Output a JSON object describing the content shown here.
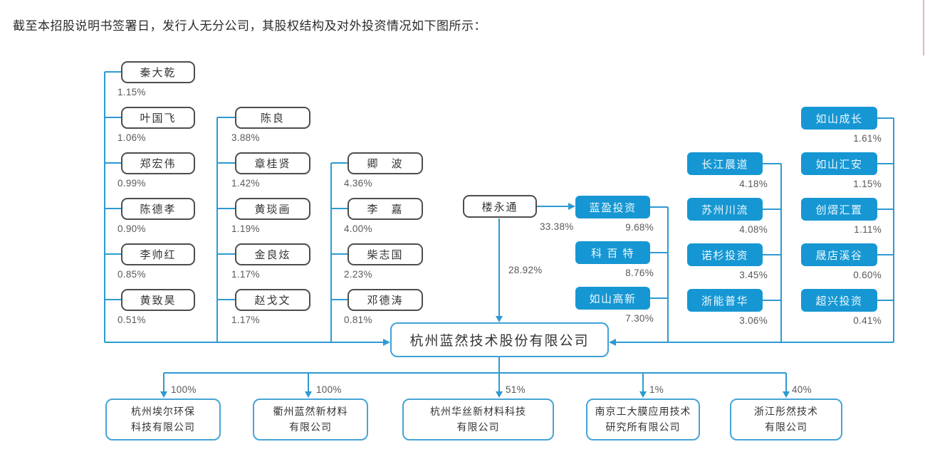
{
  "page": {
    "title_line": "截至本招股说明书签署日，发行人无分公司，其股权结构及对外投资情况如下图所示："
  },
  "company": {
    "name": "杭州蓝然技术股份有限公司"
  },
  "founder": {
    "name": "楼永通",
    "stake_in_lanying": "33.38%",
    "stake_in_company": "28.92%"
  },
  "individual_shareholders": {
    "col1": [
      {
        "name": "秦大乾",
        "pct": "1.15%"
      },
      {
        "name": "叶国飞",
        "pct": "1.06%"
      },
      {
        "name": "郑宏伟",
        "pct": "0.99%"
      },
      {
        "name": "陈德孝",
        "pct": "0.90%"
      },
      {
        "name": "李帅红",
        "pct": "0.85%"
      },
      {
        "name": "黄致昊",
        "pct": "0.51%"
      }
    ],
    "col2": [
      {
        "name": "陈良",
        "pct": "3.88%"
      },
      {
        "name": "章桂贤",
        "pct": "1.42%"
      },
      {
        "name": "黄琰画",
        "pct": "1.19%"
      },
      {
        "name": "金良炫",
        "pct": "1.17%"
      },
      {
        "name": "赵戈文",
        "pct": "1.17%"
      }
    ],
    "col3": [
      {
        "name": "卿　波",
        "pct": "4.36%"
      },
      {
        "name": "李　嘉",
        "pct": "4.00%"
      },
      {
        "name": "柴志国",
        "pct": "2.23%"
      },
      {
        "name": "邓德涛",
        "pct": "0.81%"
      }
    ]
  },
  "institutional_shareholders": {
    "col1": [
      {
        "name": "蓝盈投资",
        "pct": "9.68%"
      },
      {
        "name": "科 百 特",
        "pct": "8.76%"
      },
      {
        "name": "如山高新",
        "pct": "7.30%"
      }
    ],
    "col2": [
      {
        "name": "长江晨道",
        "pct": "4.18%"
      },
      {
        "name": "苏州川流",
        "pct": "4.08%"
      },
      {
        "name": "诺杉投资",
        "pct": "3.45%"
      },
      {
        "name": "浙能普华",
        "pct": "3.06%"
      }
    ],
    "col3": [
      {
        "name": "如山成长",
        "pct": "1.61%"
      },
      {
        "name": "如山汇安",
        "pct": "1.15%"
      },
      {
        "name": "创熠汇置",
        "pct": "1.11%"
      },
      {
        "name": "晟店溪谷",
        "pct": "0.60%"
      },
      {
        "name": "超兴投资",
        "pct": "0.41%"
      }
    ]
  },
  "subsidiaries": [
    {
      "line1": "杭州埃尔环保",
      "line2": "科技有限公司",
      "pct": "100%"
    },
    {
      "line1": "衢州蓝然新材料",
      "line2": "有限公司",
      "pct": "100%"
    },
    {
      "line1": "杭州华丝新材料科技",
      "line2": "有限公司",
      "pct": "51%"
    },
    {
      "line1": "南京工大膜应用技术",
      "line2": "研究所有限公司",
      "pct": "1%"
    },
    {
      "line1": "浙江彤然技术",
      "line2": "有限公司",
      "pct": "40%"
    }
  ],
  "colors": {
    "box_blue": "#1697d3",
    "line_blue": "#2e9ad2",
    "border_dark": "#4d4d4d",
    "border_light_blue": "#46a4d5",
    "pct_text": "#595959"
  }
}
